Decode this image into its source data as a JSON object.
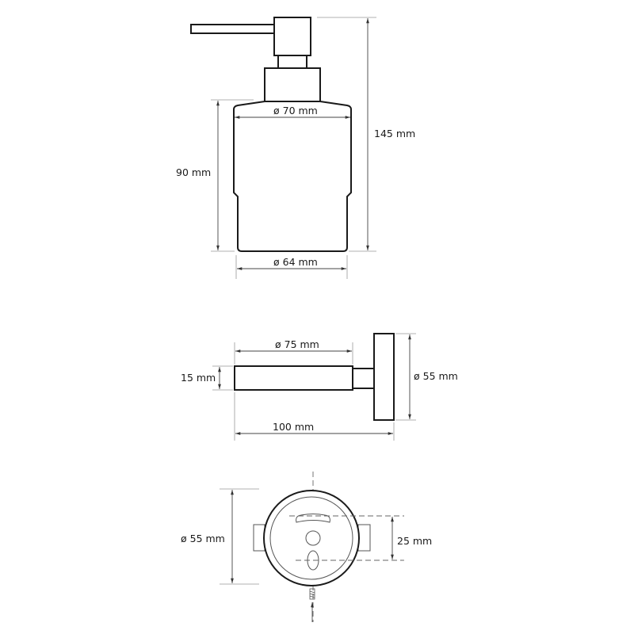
{
  "front_view": {
    "height_total": "145 mm",
    "height_body": "90 mm",
    "diameter_top": "ø 70 mm",
    "diameter_bottom": "ø 64 mm"
  },
  "side_view": {
    "diameter_holder": "ø 75 mm",
    "thickness": "15 mm",
    "diameter_plate": "ø 55 mm",
    "projection": "100 mm"
  },
  "back_view": {
    "diameter_plate": "ø 55 mm",
    "hole_spacing": "25 mm"
  }
}
